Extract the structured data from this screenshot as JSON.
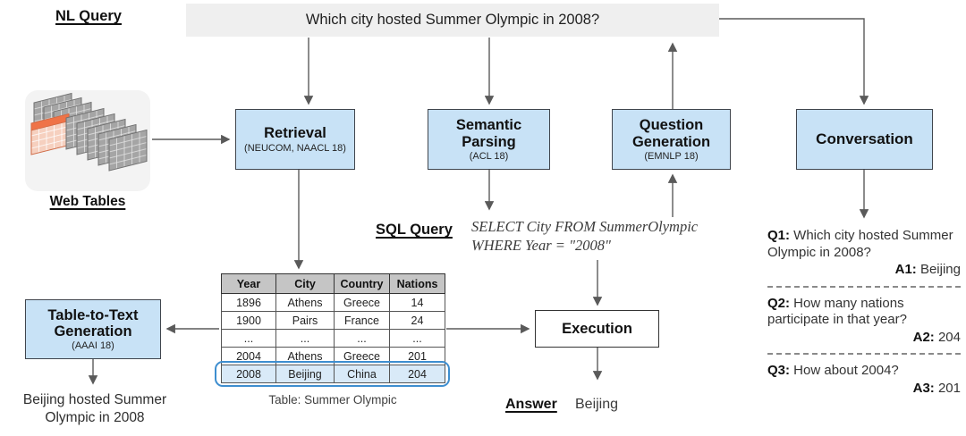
{
  "labels": {
    "nl_query": "NL Query",
    "web_tables": "Web Tables",
    "sql_query": "SQL Query",
    "answer": "Answer",
    "answer_value": "Beijing",
    "table_caption": "Table: Summer Olympic"
  },
  "query_bar": {
    "text": "Which city hosted Summer Olympic in 2008?"
  },
  "boxes": {
    "retrieval": {
      "title": "Retrieval",
      "subtitle": "(NEUCOM, NAACL 18)"
    },
    "semantic_parsing": {
      "title": "Semantic Parsing",
      "subtitle": "(ACL 18)"
    },
    "question_generation": {
      "title": "Question Generation",
      "subtitle": "(EMNLP 18)"
    },
    "conversation": {
      "title": "Conversation"
    },
    "table_to_text": {
      "title": "Table-to-Text Generation",
      "subtitle": "(AAAI 18)"
    },
    "execution": {
      "title": "Execution"
    }
  },
  "sql": {
    "line1": "SELECT City FROM SummerOlympic",
    "line2": "WHERE Year  = \"2008\""
  },
  "table": {
    "headers": [
      "Year",
      "City",
      "Country",
      "Nations"
    ],
    "rows": [
      [
        "1896",
        "Athens",
        "Greece",
        "14"
      ],
      [
        "1900",
        "Pairs",
        "France",
        "24"
      ],
      [
        "...",
        "...",
        "...",
        "..."
      ],
      [
        "2004",
        "Athens",
        "Greece",
        "201"
      ],
      [
        "2008",
        "Beijing",
        "China",
        "204"
      ]
    ],
    "highlight_row_index": 4
  },
  "generated_text": {
    "line1": "Beijing hosted Summer",
    "line2": "Olympic in 2008"
  },
  "conversation_log": [
    {
      "q_label": "Q1:",
      "q_text": " Which city hosted Summer Olympic in 2008?",
      "a_label": "A1:",
      "a_text": " Beijing"
    },
    {
      "q_label": "Q2:",
      "q_text": " How many nations participate in that year?",
      "a_label": "A2:",
      "a_text": " 204"
    },
    {
      "q_label": "Q3:",
      "q_text": " How about 2004?",
      "a_label": "A3:",
      "a_text": " 201"
    }
  ],
  "colors": {
    "box_fill": "#c8e2f6",
    "box_border": "#40454d",
    "arrow": "#5a5a5a",
    "query_bar_bg": "#efefef",
    "table_header_bg": "#c5c5c5",
    "highlight_fill": "#d9eaf8",
    "highlight_border": "#3e8ecf",
    "web_table_orange": "#ef7347"
  }
}
